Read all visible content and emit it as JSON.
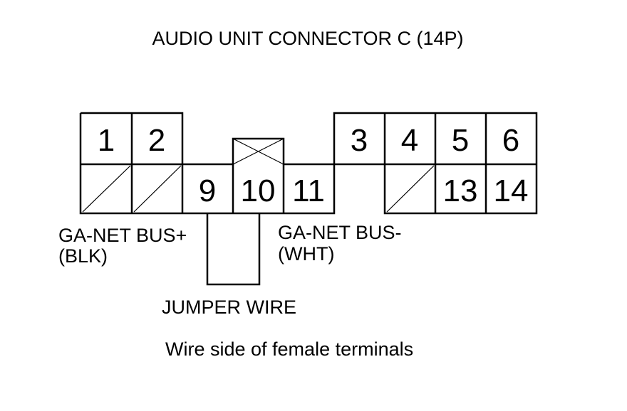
{
  "title": "AUDIO UNIT CONNECTOR C (14P)",
  "pins": {
    "p1": "1",
    "p2": "2",
    "p3": "3",
    "p4": "4",
    "p5": "5",
    "p6": "6",
    "p9": "9",
    "p10": "10",
    "p11": "11",
    "p13": "13",
    "p14": "14"
  },
  "labels": {
    "bus_plus_line1": "GA-NET BUS+",
    "bus_plus_line2": "(BLK)",
    "bus_minus_line1": "GA-NET BUS-",
    "bus_minus_line2": "(WHT)",
    "jumper": "JUMPER WIRE",
    "caption": "Wire side of female terminals"
  }
}
